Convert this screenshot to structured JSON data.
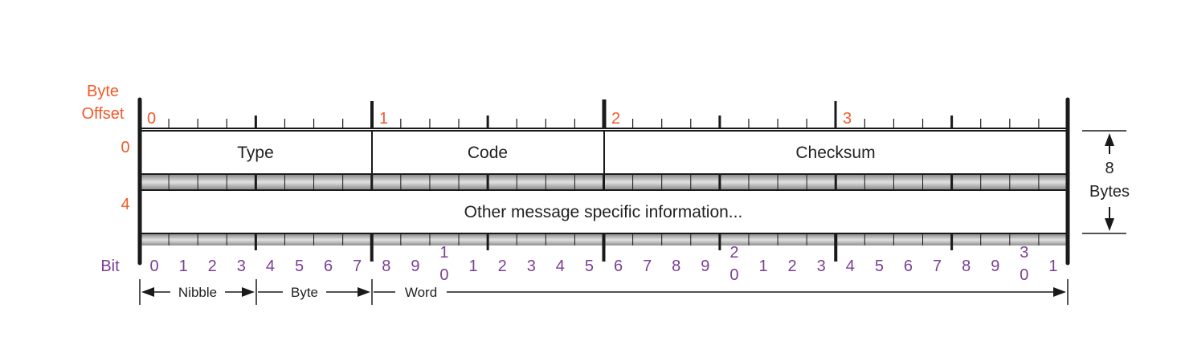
{
  "labels": {
    "byte_offset_line1": "Byte",
    "byte_offset_line2": "Offset",
    "row0_offset": "0",
    "row1_offset": "4",
    "bit": "Bit",
    "size_num": "8",
    "size_unit": "Bytes"
  },
  "byte_markers": [
    "0",
    "1",
    "2",
    "3"
  ],
  "fields": {
    "type": "Type",
    "code": "Code",
    "checksum": "Checksum",
    "other": "Other message specific information..."
  },
  "bit_labels": [
    "0",
    "1",
    "2",
    "3",
    "4",
    "5",
    "6",
    "7",
    "8",
    "9",
    "1|0",
    "1",
    "2",
    "3",
    "4",
    "5",
    "6",
    "7",
    "8",
    "9",
    "2|0",
    "1",
    "2",
    "3",
    "4",
    "5",
    "6",
    "7",
    "8",
    "9",
    "3|0",
    "1"
  ],
  "units": {
    "nibble": "Nibble",
    "byte": "Byte",
    "word": "Word"
  },
  "colors": {
    "orange": "#f05a28",
    "purple": "#7b3f95",
    "line": "#1a1a1a"
  }
}
